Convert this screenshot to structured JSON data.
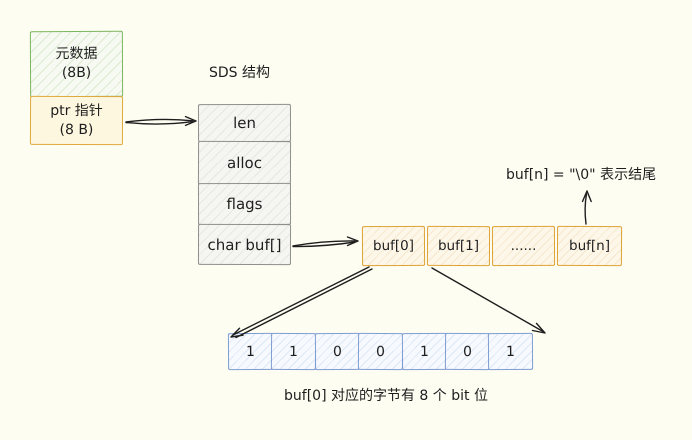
{
  "diagram": {
    "background": "#fdfdf2",
    "metadata_box": {
      "line1": "元数据",
      "line2": "(8B)"
    },
    "ptr_box": {
      "line1": "ptr 指针",
      "line2": "(8 B)"
    },
    "sds": {
      "title": "SDS 结构",
      "fields": [
        "len",
        "alloc",
        "flags",
        "char buf[]"
      ]
    },
    "buf_row": {
      "cells": [
        "buf[0]",
        "buf[1]",
        "......",
        "buf[n]"
      ],
      "annotation": "buf[n] = \"\\0\" 表示结尾"
    },
    "bit_row": {
      "bits": [
        "1",
        "1",
        "0",
        "0",
        "1",
        "0",
        "1"
      ],
      "caption": "buf[0] 对应的字节有 8 个 bit 位"
    },
    "colors": {
      "metadata_border": "#7cb55e",
      "gold_border": "#e0a93c",
      "sds_border": "#8f8f8c",
      "bit_border": "#7f9dd2",
      "arrow": "#1e1e1e",
      "text": "#1e1e1e"
    }
  }
}
